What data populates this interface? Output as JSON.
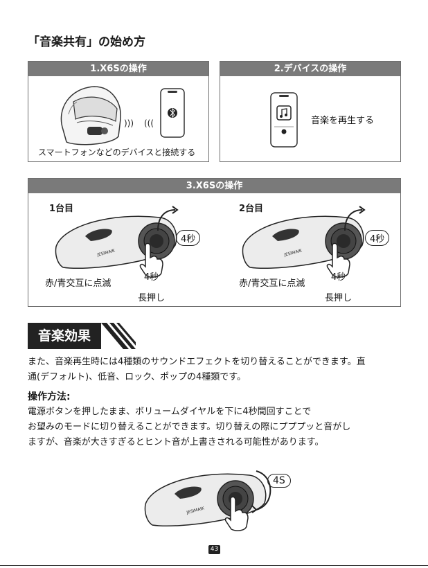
{
  "heading": "「音楽共有」の始め方",
  "step1": {
    "title": "1.X6Sの操作",
    "caption": "スマートフォンなどのデバイスと接続する",
    "waves_left": ")))",
    "waves_right": "((("
  },
  "step2": {
    "title": "2.デバイスの操作",
    "caption": "音楽を再生する"
  },
  "step3": {
    "title": "3.X6Sの操作",
    "unit1": {
      "label": "1台目",
      "hold_label": "4秒",
      "press_label": "4秒",
      "led_text": "赤/青交互に点滅",
      "press_text": "長押し"
    },
    "unit2": {
      "label": "2台目",
      "hold_label": "4秒",
      "press_label": "4秒",
      "led_text": "赤/青交互に点滅",
      "press_text": "長押し"
    },
    "brand": "JESIMAIK"
  },
  "section": {
    "title": "音楽効果",
    "body_line1": "また、音楽再生時には4種類のサウンドエフェクトを切り替えることができます。直",
    "body_line2": "通(デフォルト)、低音、ロック、ポップの4種類です。",
    "method_title": "操作方法:",
    "method_line1": "電源ボタンを押したまま、ボリュームダイヤルを下に4秒間回すことで",
    "method_line2": "お望みのモードに切り替えることができます。切り替えの際にプププッと音がし",
    "method_line3": "ますが、音楽が大きすぎるとヒント音が上書きされる可能性があります。",
    "rotate_label": "4S",
    "brand": "JESIMAIK"
  },
  "page_number": "43",
  "colors": {
    "header_bg": "#7a7a7a",
    "badge_bg": "#222222"
  },
  "icons": [
    "helmet-icon",
    "phone-bluetooth-icon",
    "phone-music-icon",
    "intercom-device-icon",
    "hand-press-icon",
    "rotate-arrow-icon"
  ]
}
